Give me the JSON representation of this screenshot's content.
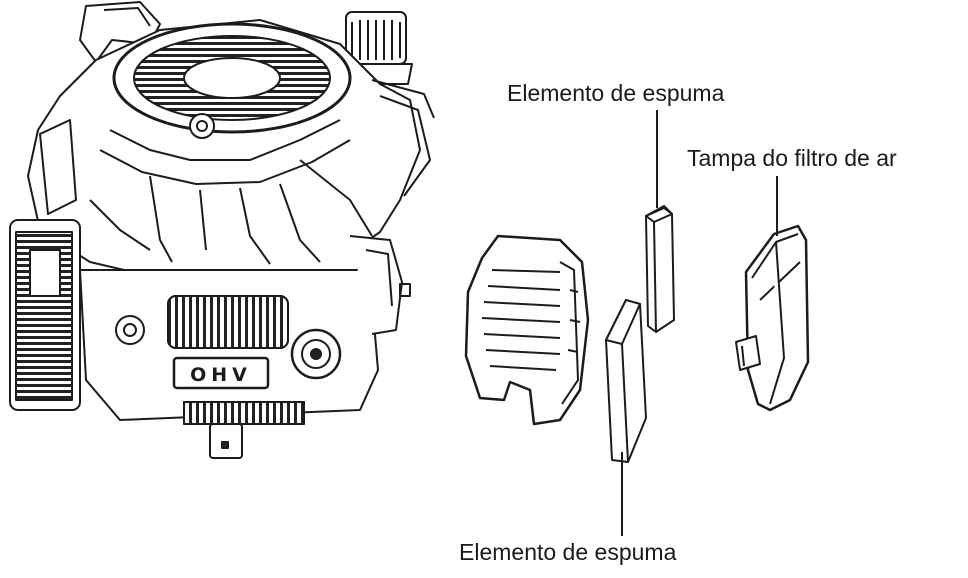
{
  "diagram": {
    "labels": {
      "foam_element_upper": "Elemento de espuma",
      "air_filter_cover": "Tampa do filtro de ar",
      "foam_element_lower": "Elemento de espuma"
    },
    "engine_marking": "OHV"
  }
}
